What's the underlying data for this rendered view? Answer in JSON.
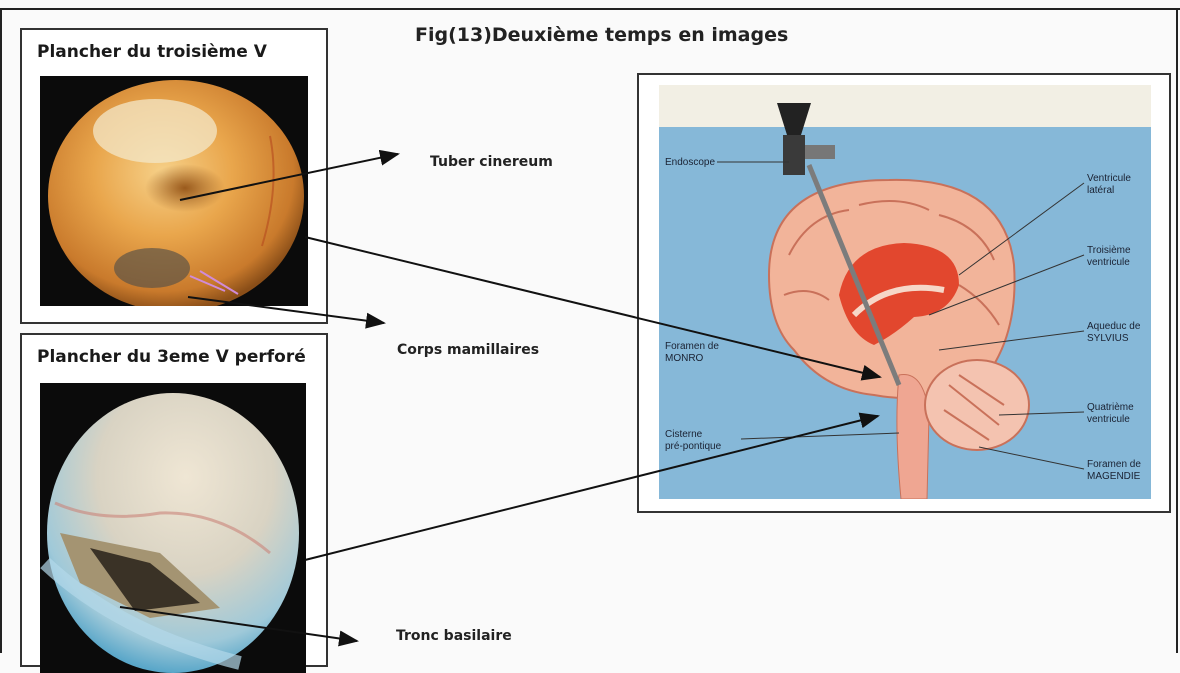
{
  "figure": {
    "title": "Fig(13)Deuxième temps en images"
  },
  "panels": [
    {
      "title": "Plancher du troisième V"
    },
    {
      "title": "Plancher du 3eme V perforé"
    }
  ],
  "callouts": {
    "tuber": "Tuber cinereum",
    "mamillaires": "Corps mamillaires",
    "tronc": "Tronc basilaire"
  },
  "diagram": {
    "labels": {
      "endoscope": "Endoscope",
      "ventricule_lateral_1": "Ventricule",
      "ventricule_lateral_2": "latéral",
      "troisieme_1": "Troisième",
      "troisieme_2": "ventricule",
      "aqueduc_1": "Aqueduc de",
      "aqueduc_2": "SYLVIUS",
      "monro_1": "Foramen de",
      "monro_2": "MONRO",
      "quatrieme_1": "Quatrième",
      "quatrieme_2": "ventricule",
      "cisterne_1": "Cisterne",
      "cisterne_2": "pré-pontique",
      "magendie_1": "Foramen de",
      "magendie_2": "MAGENDIE"
    }
  },
  "colors": {
    "background_blue": "#86b8d8",
    "brain_pink": "#f2b49a",
    "ventricle_red": "#e2472e",
    "endoscopy_orange": "#e8a24a"
  }
}
